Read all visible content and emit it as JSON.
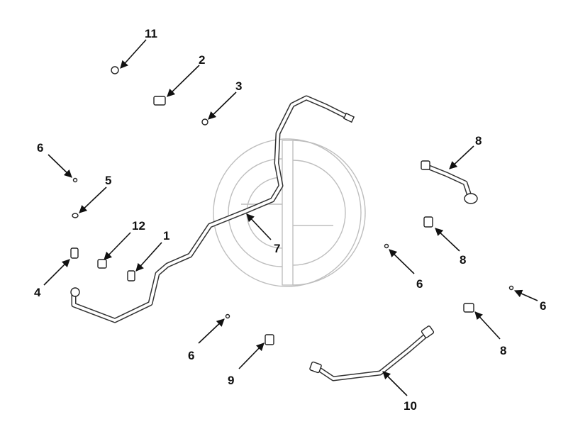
{
  "diagram": {
    "watermark": "logo",
    "callouts": [
      {
        "id": "c1",
        "label": "1"
      },
      {
        "id": "c2",
        "label": "2"
      },
      {
        "id": "c3",
        "label": "3"
      },
      {
        "id": "c4",
        "label": "4"
      },
      {
        "id": "c5",
        "label": "5"
      },
      {
        "id": "c6a",
        "label": "6"
      },
      {
        "id": "c6b",
        "label": "6"
      },
      {
        "id": "c6c",
        "label": "6"
      },
      {
        "id": "c6d",
        "label": "6"
      },
      {
        "id": "c7",
        "label": "7"
      },
      {
        "id": "c8a",
        "label": "8"
      },
      {
        "id": "c8b",
        "label": "8"
      },
      {
        "id": "c8c",
        "label": "8"
      },
      {
        "id": "c9",
        "label": "9"
      },
      {
        "id": "c10",
        "label": "10"
      },
      {
        "id": "c11",
        "label": "11"
      },
      {
        "id": "c12",
        "label": "12"
      }
    ]
  }
}
